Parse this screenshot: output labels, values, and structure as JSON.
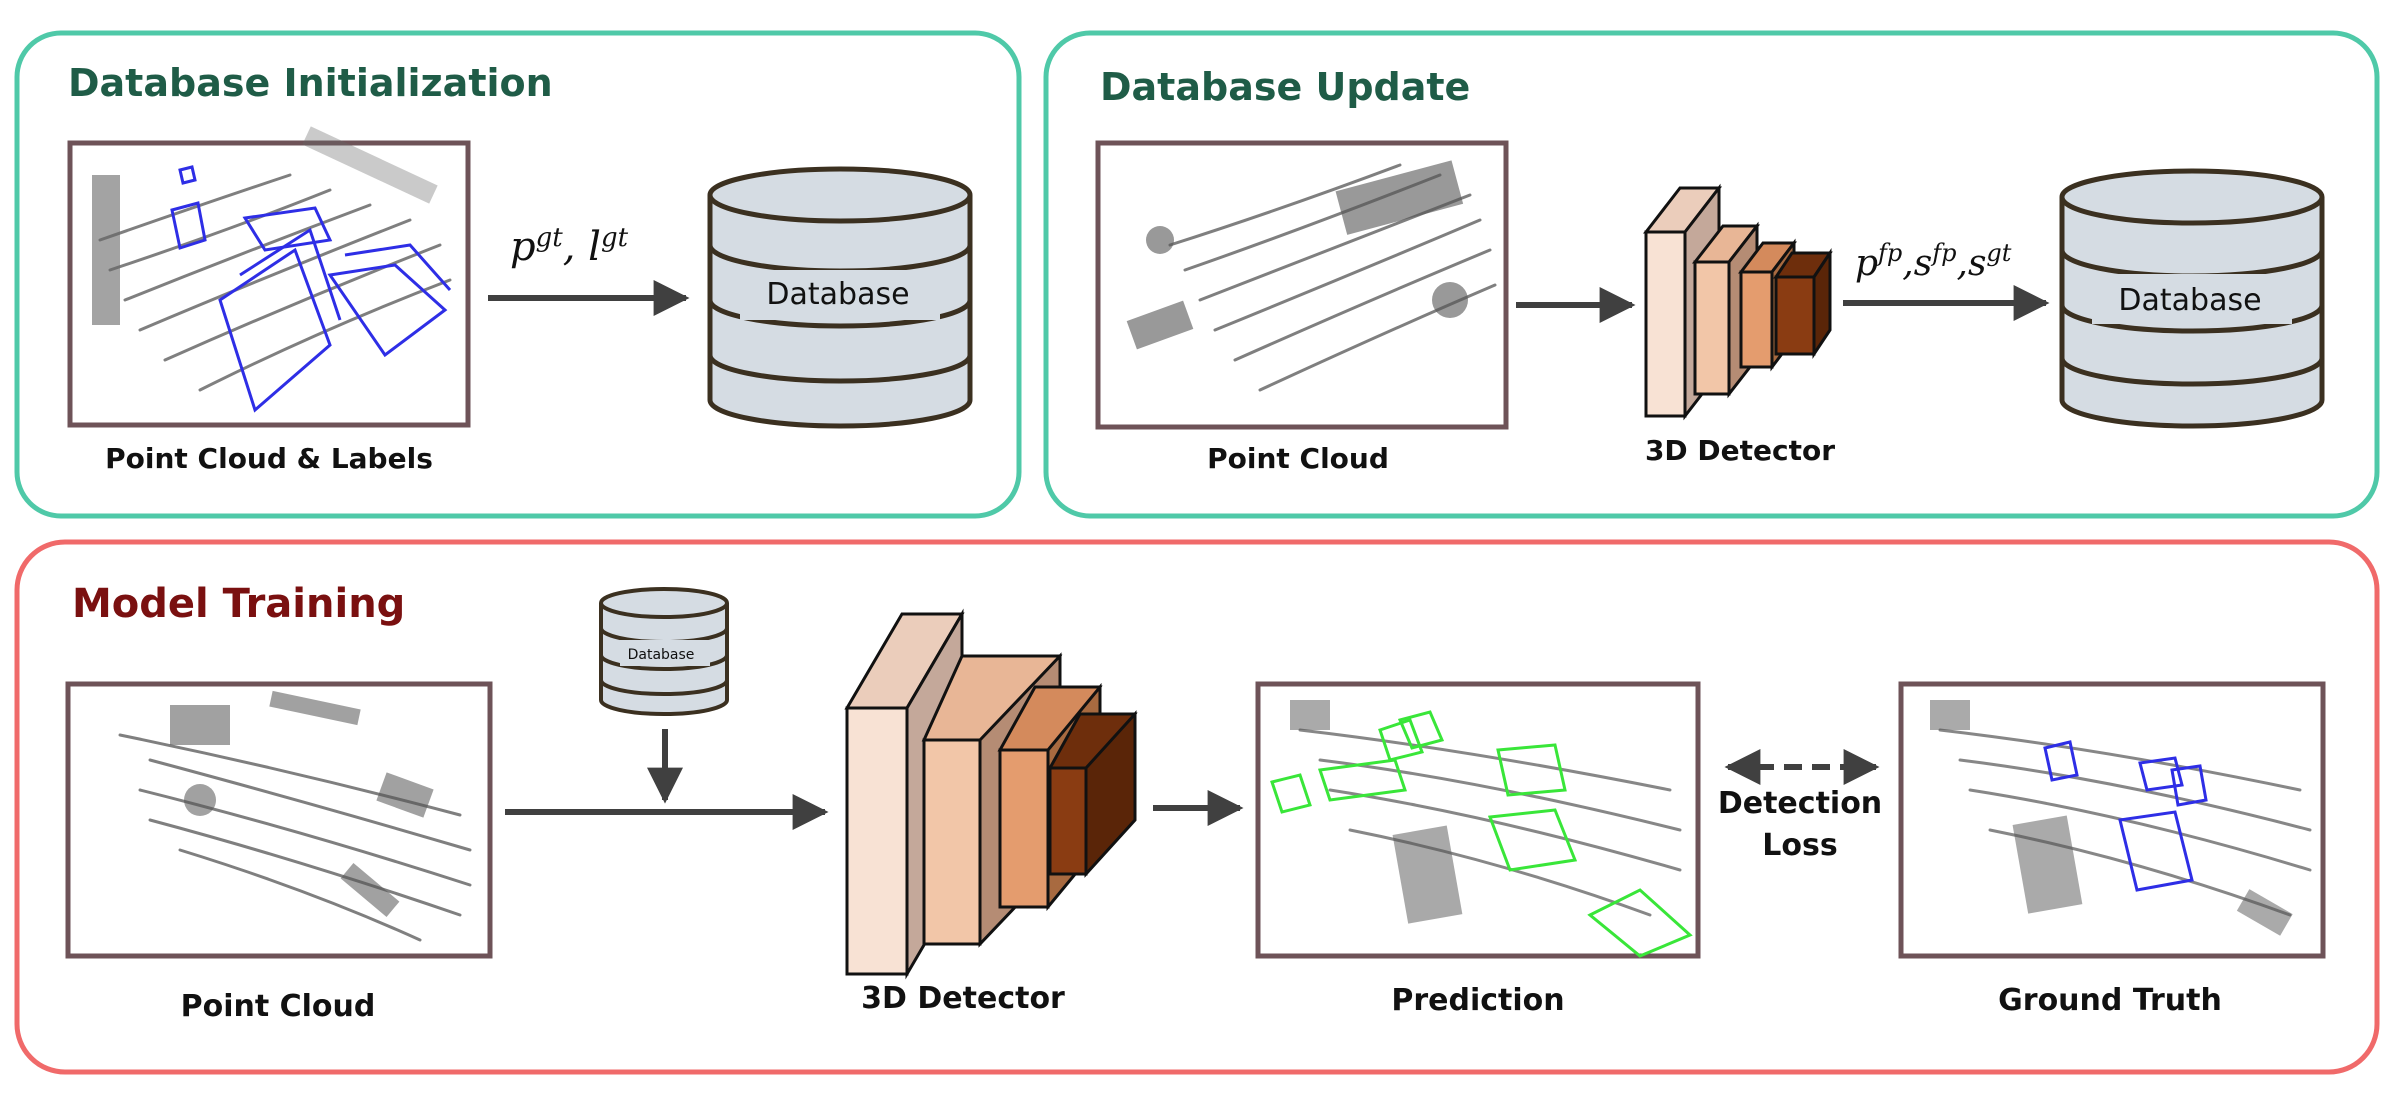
{
  "panels": {
    "init": {
      "title": "Database Initialization",
      "border_color": "#4fc9a8",
      "title_color": "#1f5c47"
    },
    "update": {
      "title": "Database Update",
      "border_color": "#4fc9a8",
      "title_color": "#1f5c47"
    },
    "training": {
      "title": "Model Training",
      "border_color": "#f06a6a",
      "title_color": "#7a1010"
    }
  },
  "init": {
    "image_caption": "Point Cloud & Labels",
    "arrow_label": {
      "p": "p",
      "p_sup": "gt",
      "sep": ", ",
      "l": "l",
      "l_sup": "gt"
    },
    "database_label": "Database"
  },
  "update": {
    "image_caption": "Point Cloud",
    "detector_caption": "3D Detector",
    "arrow_label": {
      "a": "p",
      "a_sup": "fp",
      "b": "s",
      "b_sup": "fp",
      "c": "s",
      "c_sup": "gt"
    },
    "database_label": "Database"
  },
  "training": {
    "image_caption": "Point Cloud",
    "database_label": "Database",
    "detector_caption": "3D Detector",
    "prediction_caption": "Prediction",
    "loss_label_line1": "Detection",
    "loss_label_line2": "Loss",
    "ground_truth_caption": "Ground Truth"
  },
  "colors": {
    "image_frame": "#6e5358",
    "db_fill": "#d5dce3",
    "db_stroke": "#3b3020",
    "arrow": "#404040",
    "pred_box": "#39e639",
    "gt_box": "#2e2ee6",
    "detector_layers": [
      "#f8e2d4",
      "#f2c6a8",
      "#e49c6e",
      "#8a3c12"
    ]
  }
}
